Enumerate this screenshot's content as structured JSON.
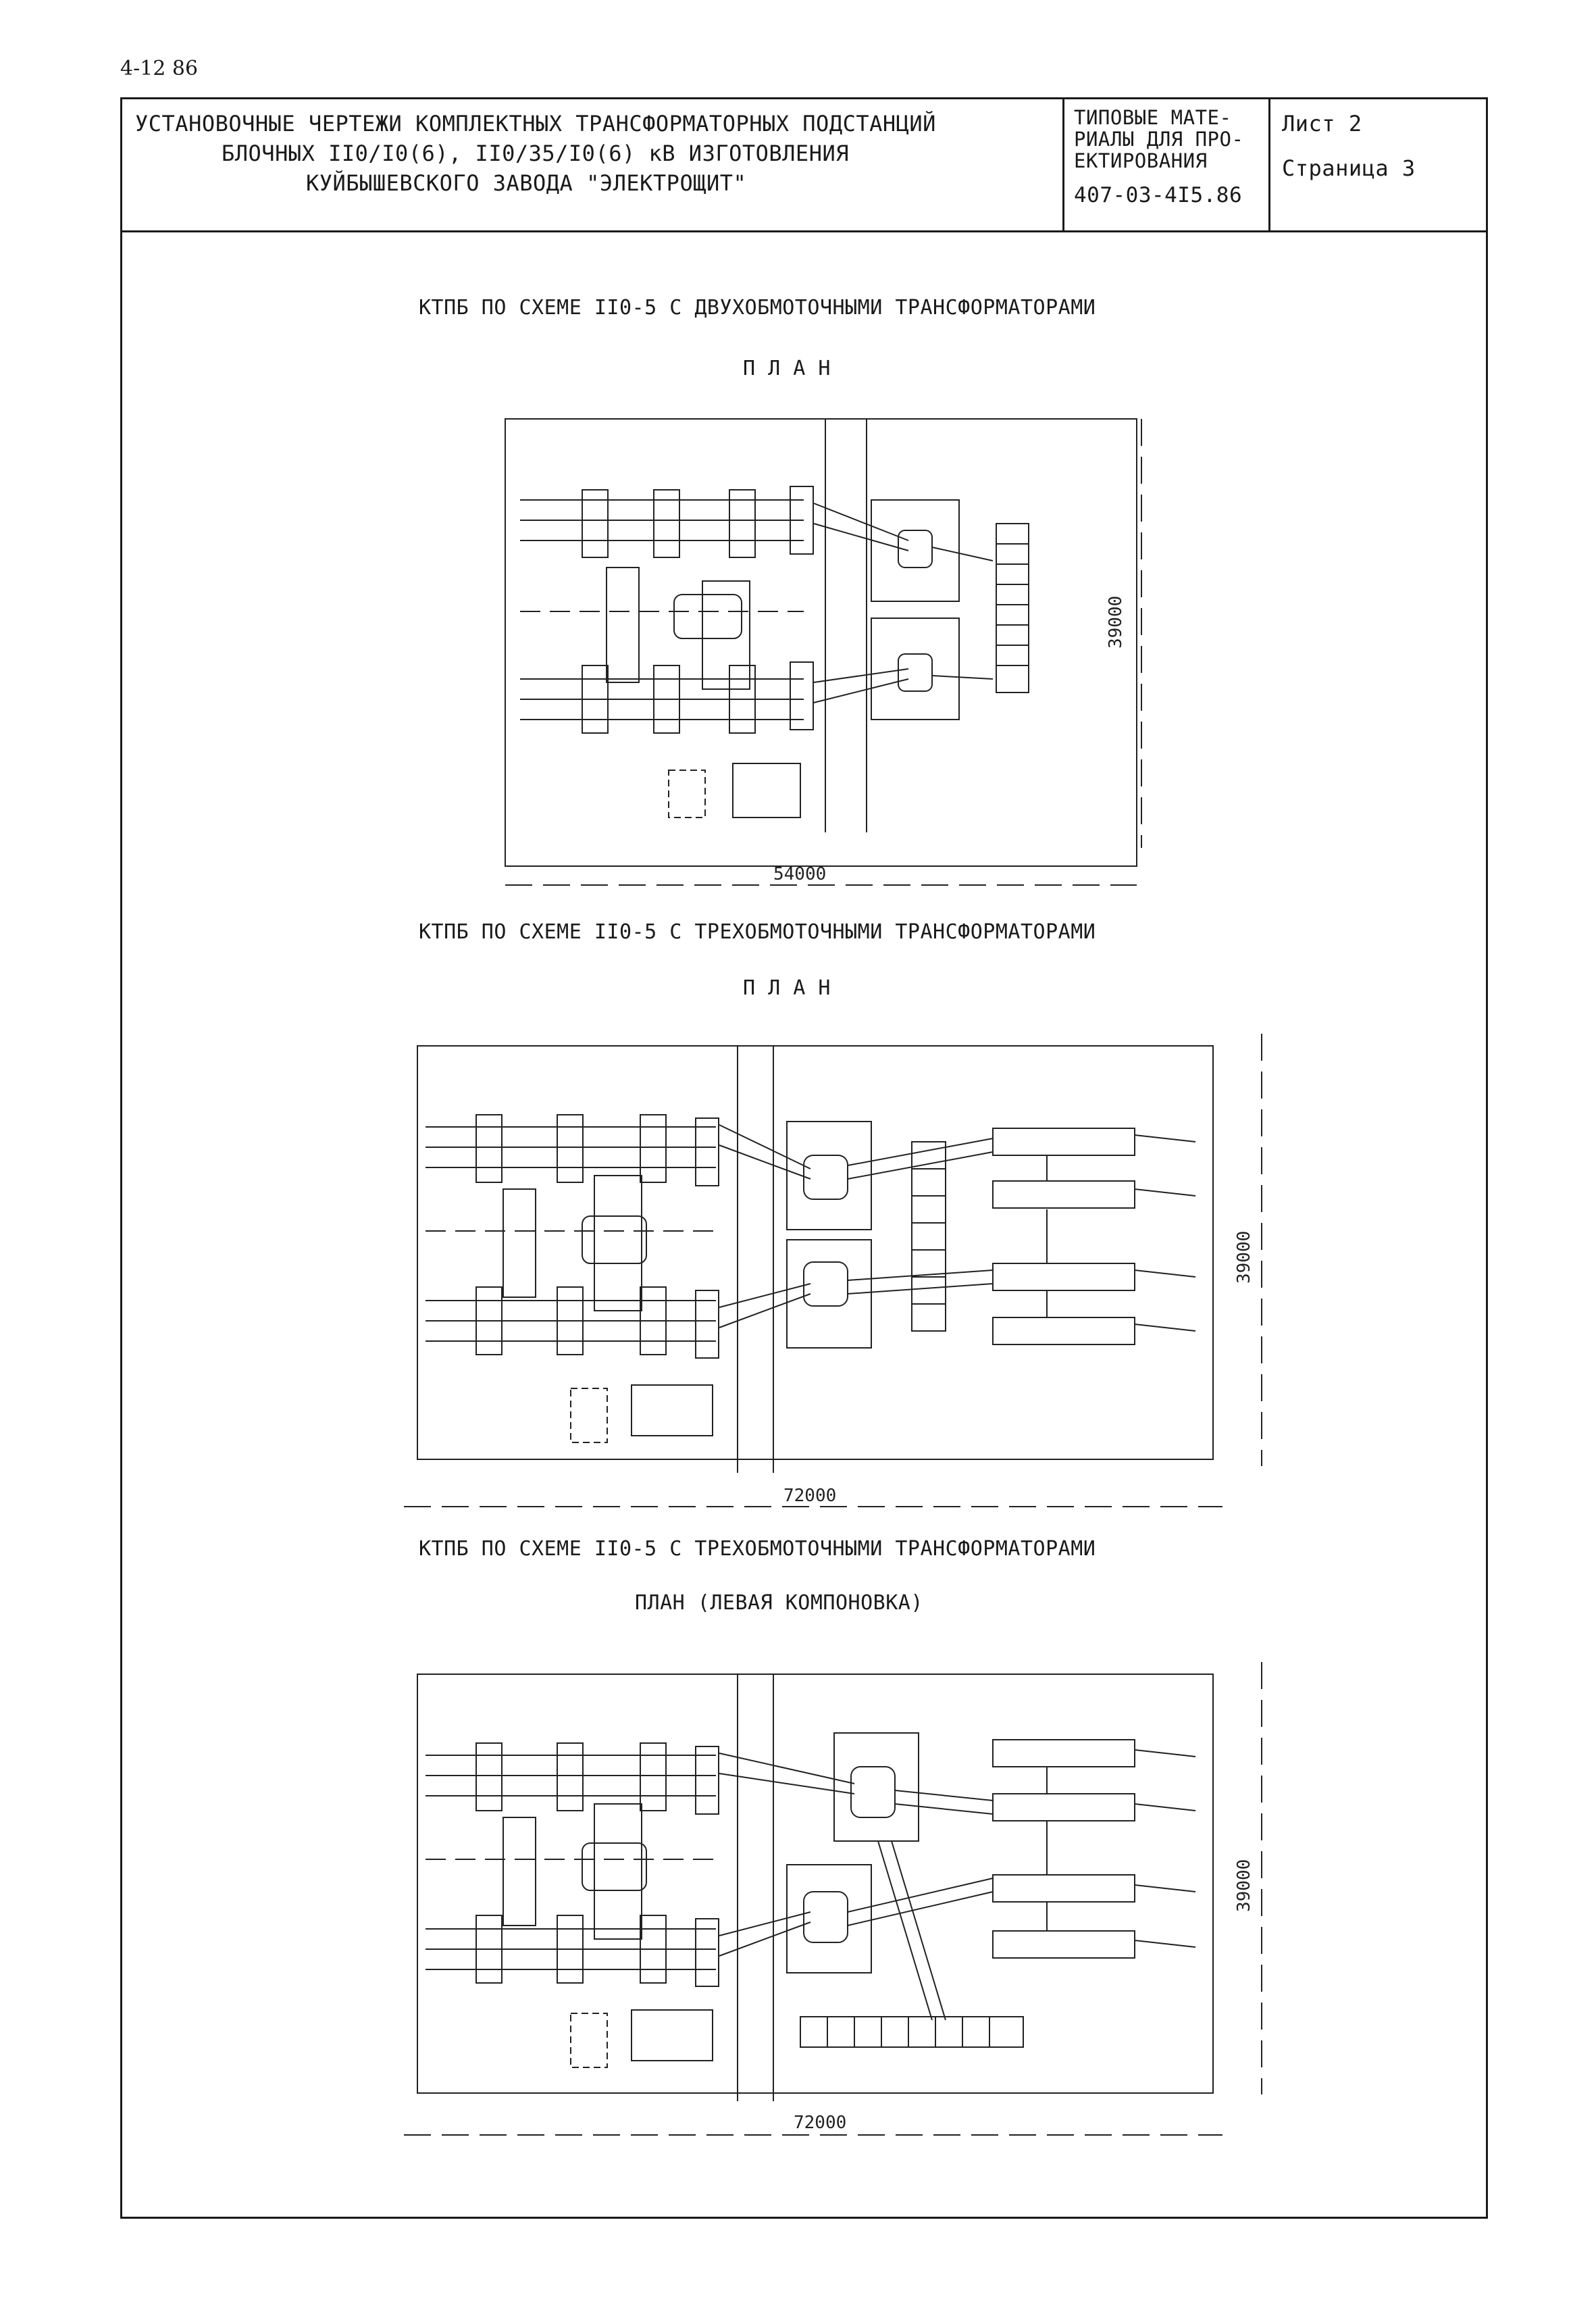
{
  "page_code": "4-12 86",
  "title_block": {
    "title_lines": [
      "УСТАНОВОЧНЫЕ ЧЕРТЕЖИ КОМПЛЕКТНЫХ ТРАНСФОРМАТОРНЫХ ПОДСТАНЦИЙ",
      "БЛОЧНЫХ II0/I0(6), II0/35/I0(6) кВ ИЗГОТОВЛЕНИЯ",
      "КУЙБЫШЕВСКОГО ЗАВОДА \"ЭЛЕКТРОЩИТ\""
    ],
    "series_lines": [
      "ТИПОВЫЕ МАТЕ-",
      "РИАЛЫ ДЛЯ ПРО-",
      "ЕКТИРОВАНИЯ"
    ],
    "doc_number": "407-03-4I5.86",
    "sheet": "Лист 2",
    "page": "Страница 3"
  },
  "drawings": [
    {
      "caption": "КТПБ ПО СХЕМЕ II0-5 С ДВУХОБМОТОЧНЫМИ ТРАНСФОРМАТОРАМИ",
      "subcaption": "П Л А Н",
      "width_label": "54000",
      "height_label": "39000"
    },
    {
      "caption": "КТПБ ПО СХЕМЕ II0-5 С ТРЕХОБМОТОЧНЫМИ ТРАНСФОРМАТОРАМИ",
      "subcaption": "П Л А Н",
      "width_label": "72000",
      "height_label": "39000"
    },
    {
      "caption": "КТПБ ПО СХЕМЕ II0-5 С ТРЕХОБМОТОЧНЫМИ ТРАНСФОРМАТОРАМИ",
      "subcaption": "ПЛАН (ЛЕВАЯ КОМПОНОВКА)",
      "width_label": "72000",
      "height_label": "39000"
    }
  ]
}
